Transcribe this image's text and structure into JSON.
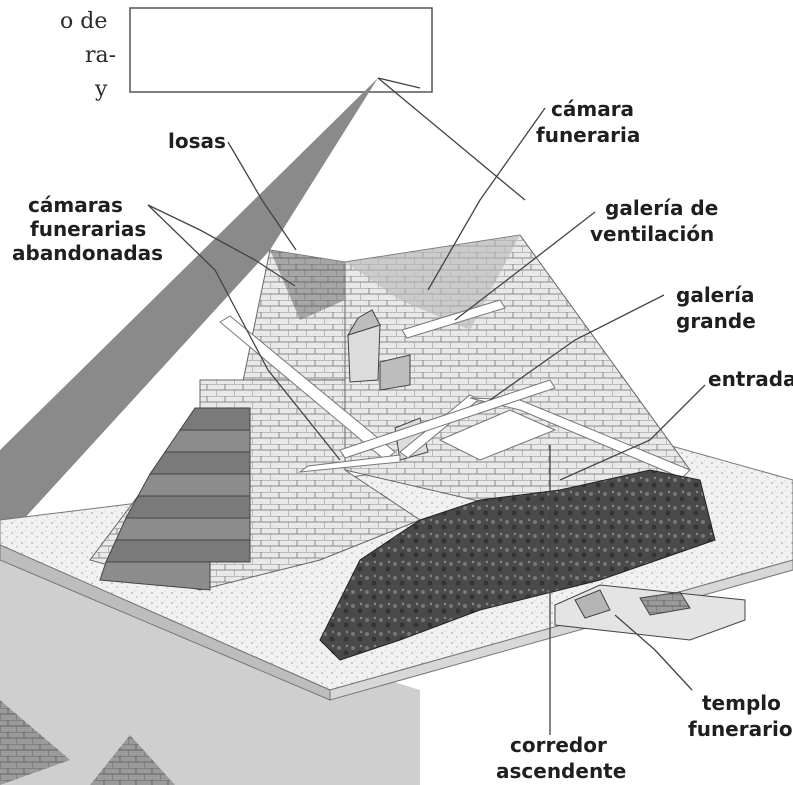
{
  "text_fragments": [
    "o de",
    "ra-",
    "y"
  ],
  "labels": {
    "losas": "losas",
    "camara_funeraria": [
      "cámara",
      "funeraria"
    ],
    "camaras_abandonadas": [
      "cámaras",
      "funerarias",
      "abandonadas"
    ],
    "galeria_ventilacion": [
      "galería de",
      "ventilación"
    ],
    "galeria_grande": [
      "galería",
      "grande"
    ],
    "entrada": "entrada",
    "templo_funerario": [
      "templo",
      "funerario"
    ],
    "corredor_ascendente": [
      "corredor",
      "ascendente"
    ]
  }
}
